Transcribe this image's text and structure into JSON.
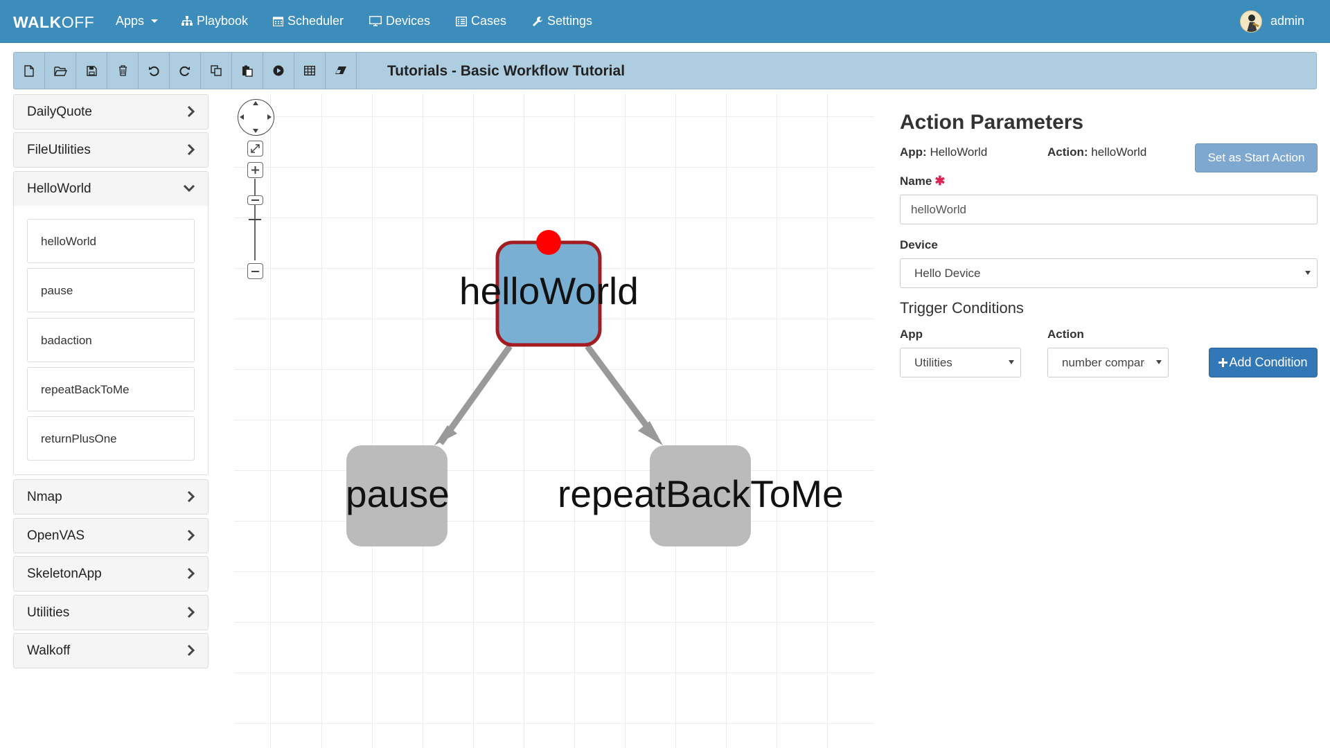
{
  "navbar": {
    "brand_bold": "WALK",
    "brand_light": "OFF",
    "items": [
      {
        "label": "Apps",
        "icon": "dropdown-caret"
      },
      {
        "label": "Playbook",
        "icon": "sitemap-icon"
      },
      {
        "label": "Scheduler",
        "icon": "calendar-icon"
      },
      {
        "label": "Devices",
        "icon": "monitor-icon"
      },
      {
        "label": "Cases",
        "icon": "list-alt-icon"
      },
      {
        "label": "Settings",
        "icon": "wrench-icon"
      }
    ],
    "user": "admin"
  },
  "toolbar": {
    "buttons": [
      "new-file-icon",
      "open-folder-icon",
      "save-icon",
      "delete-icon",
      "undo-icon",
      "redo-icon",
      "copy-icon",
      "paste-icon",
      "execute-icon",
      "table-icon",
      "clear-icon"
    ],
    "title": "Tutorials - Basic Workflow Tutorial"
  },
  "apps": [
    {
      "name": "DailyQuote",
      "expanded": false
    },
    {
      "name": "FileUtilities",
      "expanded": false
    },
    {
      "name": "HelloWorld",
      "expanded": true,
      "actions": [
        "helloWorld",
        "pause",
        "badaction",
        "repeatBackToMe",
        "returnPlusOne"
      ]
    },
    {
      "name": "Nmap",
      "expanded": false
    },
    {
      "name": "OpenVAS",
      "expanded": false
    },
    {
      "name": "SkeletonApp",
      "expanded": false
    },
    {
      "name": "Utilities",
      "expanded": false
    },
    {
      "name": "Walkoff",
      "expanded": false
    }
  ],
  "graph": {
    "nodes": [
      {
        "label": "helloWorld",
        "selected": true,
        "start": true,
        "color": "#7aafd4",
        "border": "#a11d22"
      },
      {
        "label": "pause",
        "selected": false,
        "color": "#bbbbbb"
      },
      {
        "label": "repeatBackToMe",
        "selected": false,
        "color": "#bbbbbb"
      }
    ],
    "edges": [
      [
        "helloWorld",
        "pause"
      ],
      [
        "helloWorld",
        "repeatBackToMe"
      ]
    ],
    "start_marker_color": "#ff0000"
  },
  "params": {
    "title": "Action Parameters",
    "app_label": "App:",
    "app_value": "HelloWorld",
    "action_label": "Action:",
    "action_value": "helloWorld",
    "start_button": "Set as Start Action",
    "name_label": "Name",
    "required_mark": "✱",
    "name_value": "helloWorld",
    "device_label": "Device",
    "device_value": "Hello Device",
    "trigger_title": "Trigger Conditions",
    "trigger_app_label": "App",
    "trigger_app_value": "Utilities",
    "trigger_action_label": "Action",
    "trigger_action_value": "number compare",
    "add_condition": "Add Condition",
    "add_icon": "plus-icon"
  },
  "colors": {
    "navbar": "#3c8dbc",
    "toolbar": "#afcde0",
    "primary_button": "#3277b6",
    "disabled_button": "#7ea8d0"
  }
}
